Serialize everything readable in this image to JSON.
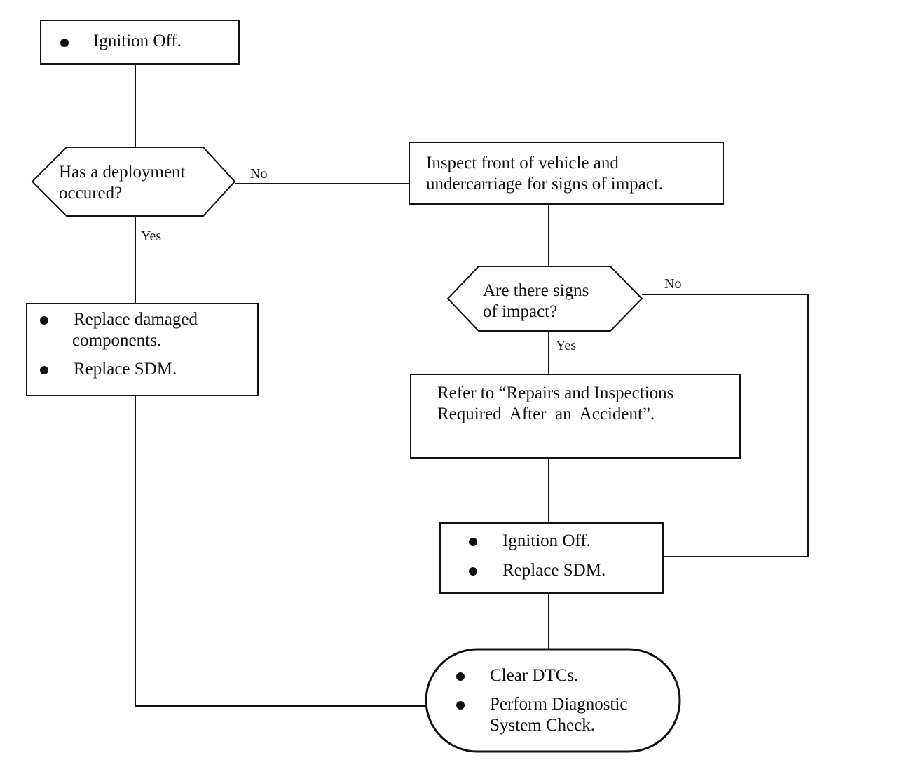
{
  "nodes": {
    "start": {
      "bullets": [
        "Ignition Off."
      ]
    },
    "deployment_decision": {
      "lines": [
        "Has a deployment",
        "occured?"
      ]
    },
    "inspect": {
      "lines": [
        "Inspect front of vehicle and",
        "undercarriage for signs of impact."
      ]
    },
    "replace_damaged": {
      "bullets": [
        "Replace damaged",
        "components.",
        "Replace SDM."
      ]
    },
    "impact_decision": {
      "lines": [
        "Are there signs",
        "of impact?"
      ]
    },
    "refer": {
      "lines": [
        "Refer to “Repairs and Inspections",
        "Required  After  an  Accident”."
      ]
    },
    "ignition_replace": {
      "bullets": [
        "Ignition Off.",
        "Replace SDM."
      ]
    },
    "final": {
      "bullets": [
        "Clear DTCs.",
        "Perform Diagnostic",
        "System Check."
      ]
    }
  },
  "edges": {
    "deployment_no": "No",
    "deployment_yes": "Yes",
    "impact_no": "No",
    "impact_yes": "Yes"
  }
}
